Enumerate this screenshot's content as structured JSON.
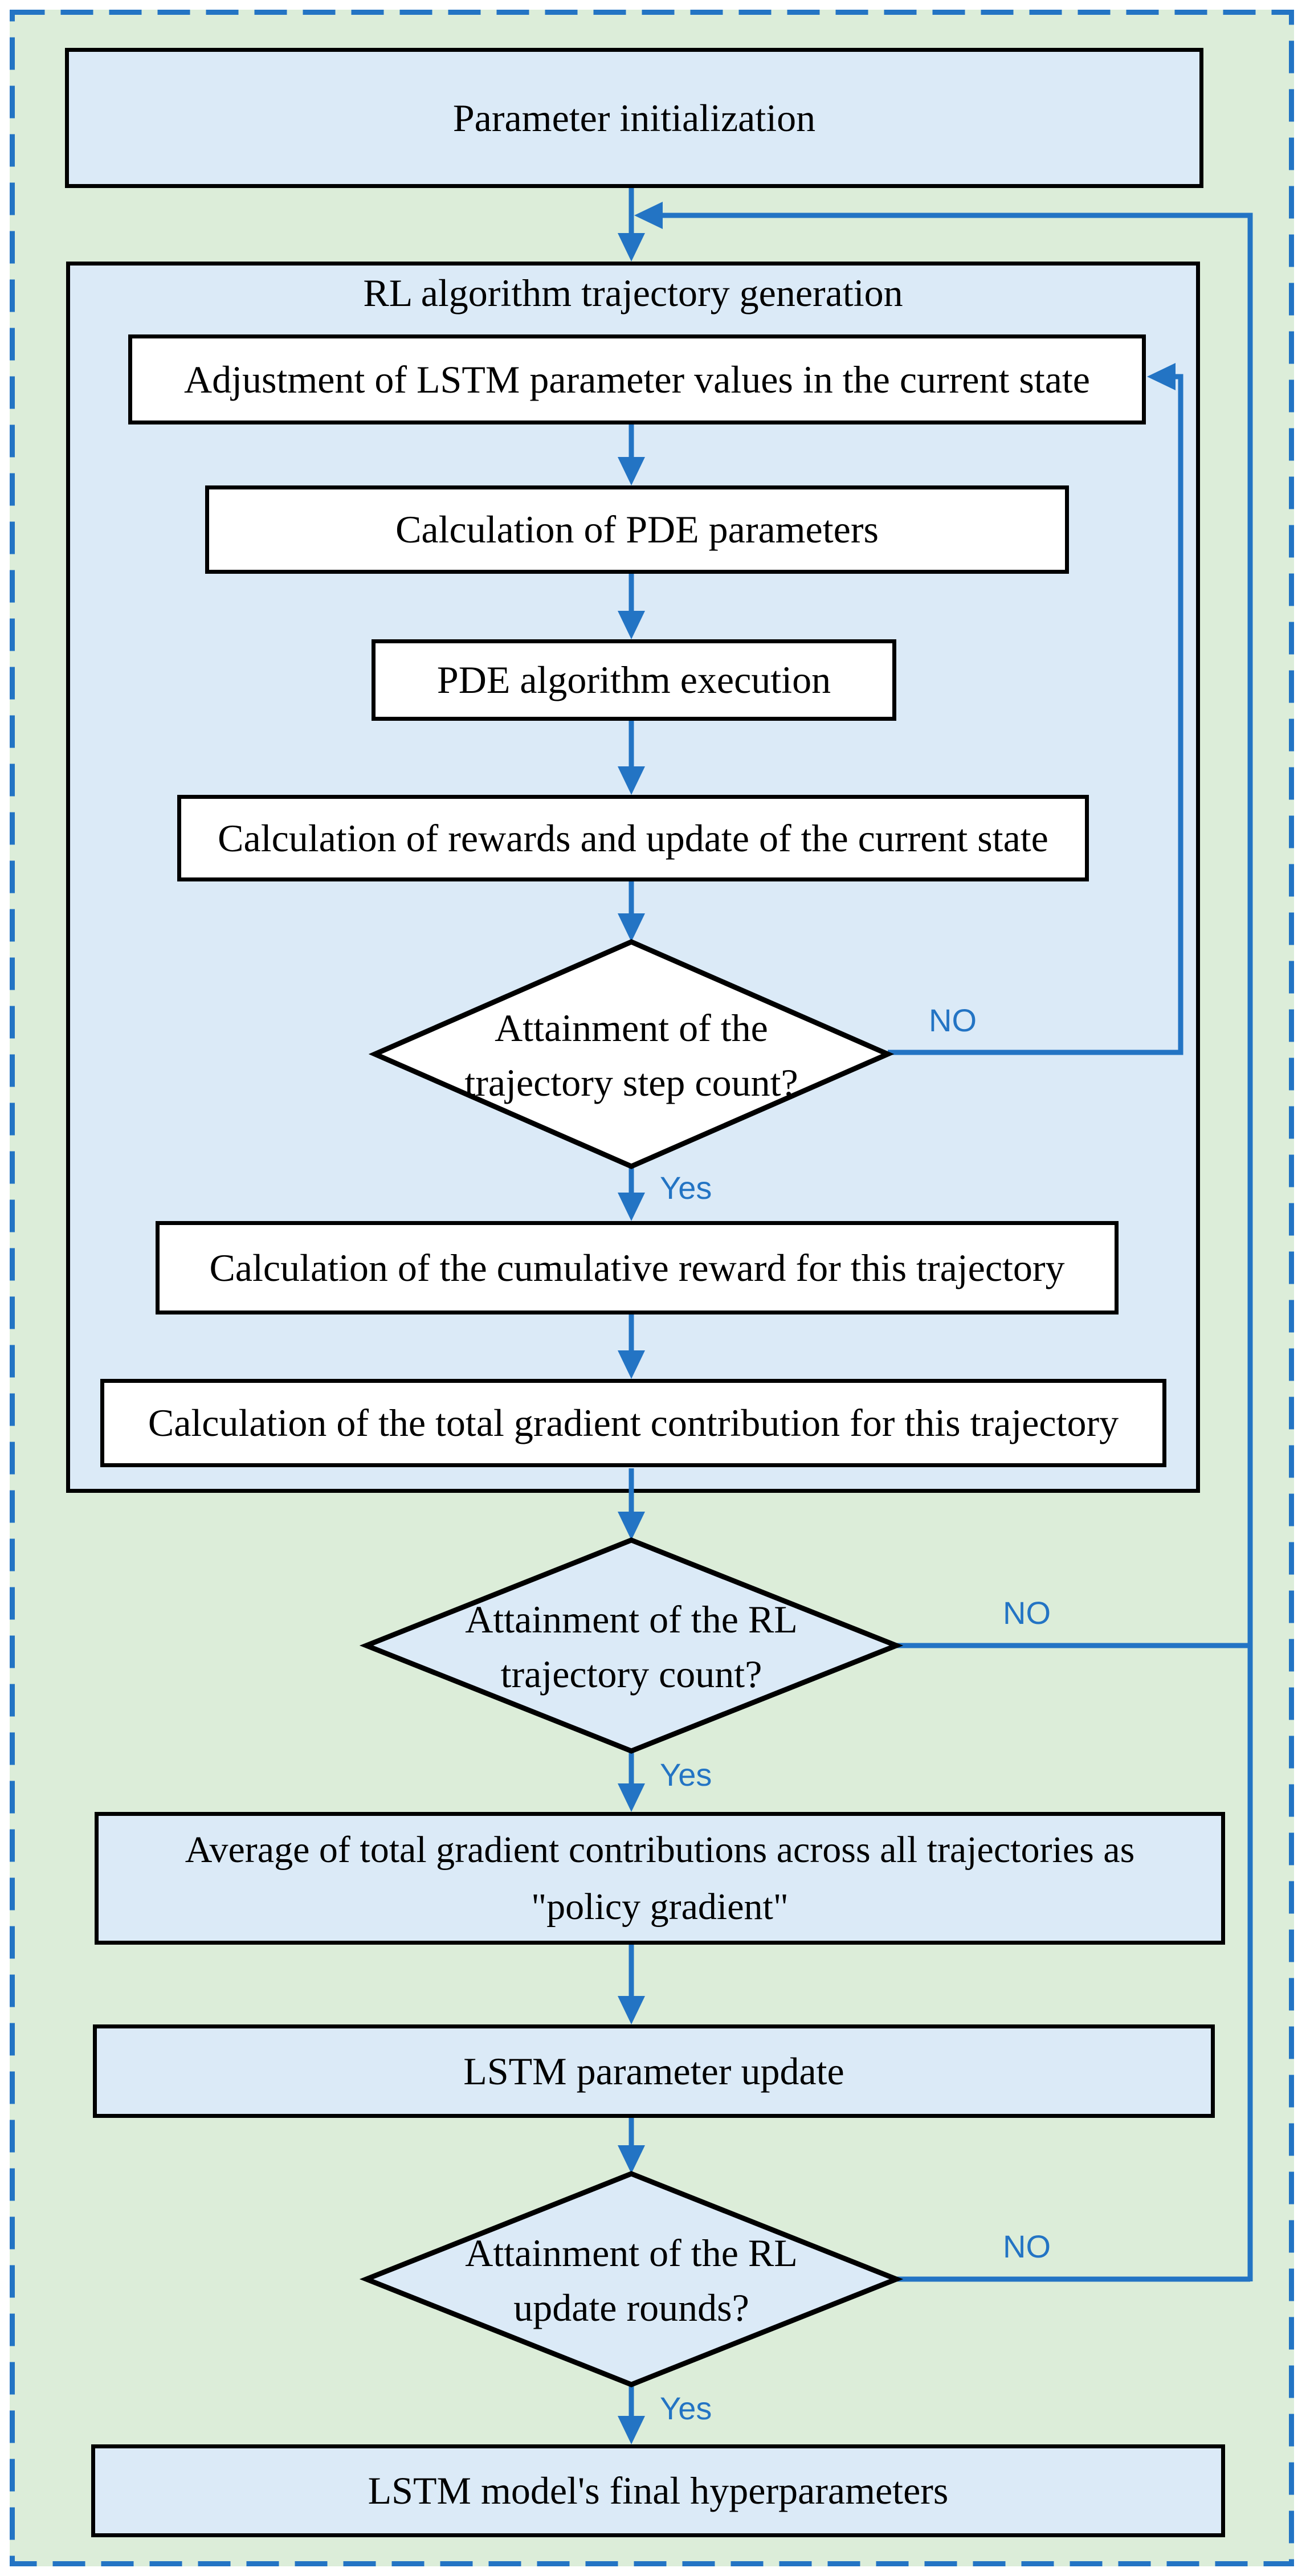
{
  "diagram": {
    "type": "flowchart",
    "colors": {
      "page_background": "#ffffff",
      "panel_background": "#dcedd9",
      "panel_border": "#2374c4",
      "node_fill_light_blue": "#dbeaf7",
      "node_fill_white": "#ffffff",
      "node_border": "#000000",
      "connector": "#2374c4",
      "decision_label_color": "#2374c4",
      "text_color": "#000000"
    },
    "nodes": {
      "param_init": {
        "label": "Parameter initialization"
      },
      "rl_group": {
        "label": "RL algorithm trajectory generation"
      },
      "adjust_lstm": {
        "label": "Adjustment of LSTM parameter values in the current state"
      },
      "calc_pde": {
        "label": "Calculation of PDE parameters"
      },
      "pde_exec": {
        "label": "PDE algorithm execution"
      },
      "calc_rewards": {
        "label": "Calculation of rewards and update of the current state"
      },
      "cumulative_reward": {
        "label": "Calculation of the cumulative reward for this trajectory"
      },
      "total_gradient": {
        "label": "Calculation of the total gradient contribution for this trajectory"
      },
      "policy_gradient": {
        "line1": "Average of total gradient contributions across all trajectories as",
        "line2": "\"policy gradient\""
      },
      "lstm_update": {
        "label": "LSTM parameter update"
      },
      "final_hyperparams": {
        "label": "LSTM model's final hyperparameters"
      }
    },
    "decisions": {
      "step_count": {
        "line1": "Attainment of the",
        "line2": "trajectory step count?",
        "no": "NO",
        "yes": "Yes"
      },
      "trajectory_count": {
        "line1": "Attainment of the RL",
        "line2": "trajectory count?",
        "no": "NO",
        "yes": "Yes"
      },
      "update_rounds": {
        "line1": "Attainment of the RL",
        "line2": "update rounds?",
        "no": "NO",
        "yes": "Yes"
      }
    }
  }
}
